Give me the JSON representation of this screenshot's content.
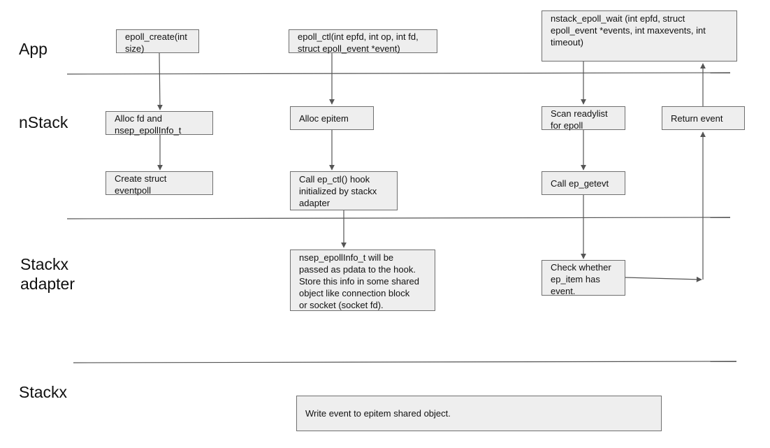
{
  "layers": {
    "app": "App",
    "nstack": "nStack",
    "stackx_adapter": "Stackx\nadapter",
    "stackx": "Stackx"
  },
  "boxes": {
    "epoll_create": "epoll_create(int\nsize)",
    "epoll_ctl": "epoll_ctl(int epfd, int op, int fd,\nstruct epoll_event *event)",
    "nstack_epoll_wait": "nstack_epoll_wait (int epfd, struct\nepoll_event *events, int maxevents, int\ntimeout)",
    "alloc_fd": "Alloc fd and\nnsep_epollInfo_t",
    "alloc_epitem": "Alloc epitem",
    "scan_readylist": "Scan readylist\nfor epoll",
    "return_event": "Return event",
    "create_eventpoll": "Create struct\neventpoll",
    "call_ep_ctl": "Call ep_ctl() hook\ninitialized by stackx\nadapter",
    "call_ep_getevt": "Call ep_getevt",
    "pass_pdata": "nsep_epollInfo_t will be\npassed as pdata to the hook.\nStore this info in some shared\nobject like connection block\nor socket (socket fd).",
    "check_event": "Check whether\nep_item has\nevent.",
    "write_event": "Write event to epitem shared object."
  },
  "colors": {
    "box_fill": "#eeeeee",
    "box_border": "#6f6f6f",
    "line": "#555555",
    "text": "#111111"
  }
}
